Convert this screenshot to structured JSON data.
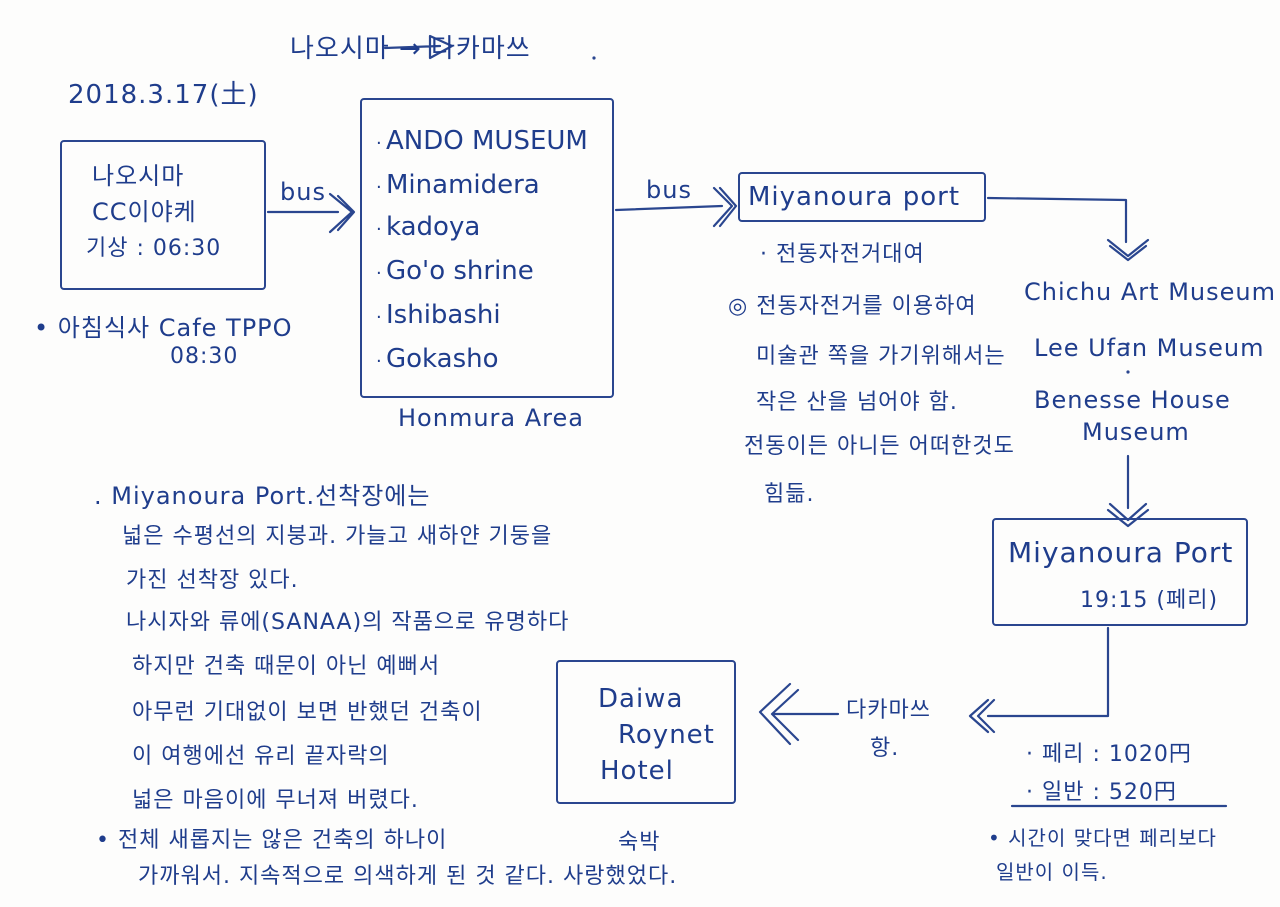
{
  "header": {
    "date": "2018.3.17(土)",
    "route": "나오시마 → 다카마쓰"
  },
  "start_box": {
    "line1": "나오시마",
    "line2": "CC이야케",
    "line3": "기상 : 06:30"
  },
  "breakfast": {
    "label": "아침식사 Cafe TPPO",
    "time": "08:30"
  },
  "bus_label_1": "bus",
  "bus_label_2": "bus",
  "honmura_box": {
    "items": [
      "ANDO MUSEUM",
      "Minamidera",
      "kadoya",
      "Go'o shrine",
      "Ishibashi",
      "Gokasho"
    ],
    "caption": "Honmura Area"
  },
  "miyanoura_top": {
    "label": "Miyanoura port"
  },
  "bike_rental": "전동자전거대여",
  "bike_note": [
    "전동자전거를 이용하여",
    "미술관 쪽을 가기위해서는",
    "작은 산을 넘어야 함.",
    "전동이든 아니든 어떠한것도",
    "힘듦."
  ],
  "museums": [
    "Chichu Art Museum",
    "Lee Ufan Museum",
    "Benesse House",
    "Museum"
  ],
  "miyanoura_return": {
    "label": "Miyanoura Port",
    "time": "19:15 (페리)"
  },
  "takamatsu": {
    "line1": "다카마쓰",
    "line2": "항."
  },
  "fare": {
    "line1": "페리 : 1020円",
    "line2": "일반 : 520円"
  },
  "fare_note": {
    "line1": "시간이 맞다면 페리보다",
    "line2": "일반이 이득."
  },
  "hotel_box": {
    "line1": "Daiwa",
    "line2": "Roynet",
    "line3": "Hotel",
    "caption": "숙박"
  },
  "paragraph": {
    "lines": [
      "Miyanoura Port.선착장에는",
      "넓은 수평선의 지붕과. 가늘고 새하얀 기둥을",
      "가진 선착장 있다.",
      "나시자와 류에(SANAA)의 작품으로 유명하다",
      "하지만 건축 때문이 아닌 예뻐서",
      "아무런 기대없이 보면 반했던 건축이",
      "이 여행에선 유리 끝자락의",
      "넓은 마음이에 무너져 버렸다.",
      "전체 새롭지는 않은 건축의 하나이",
      "가까워서. 지속적으로 의색하게 된 것 같다. 사랑했었다."
    ]
  }
}
